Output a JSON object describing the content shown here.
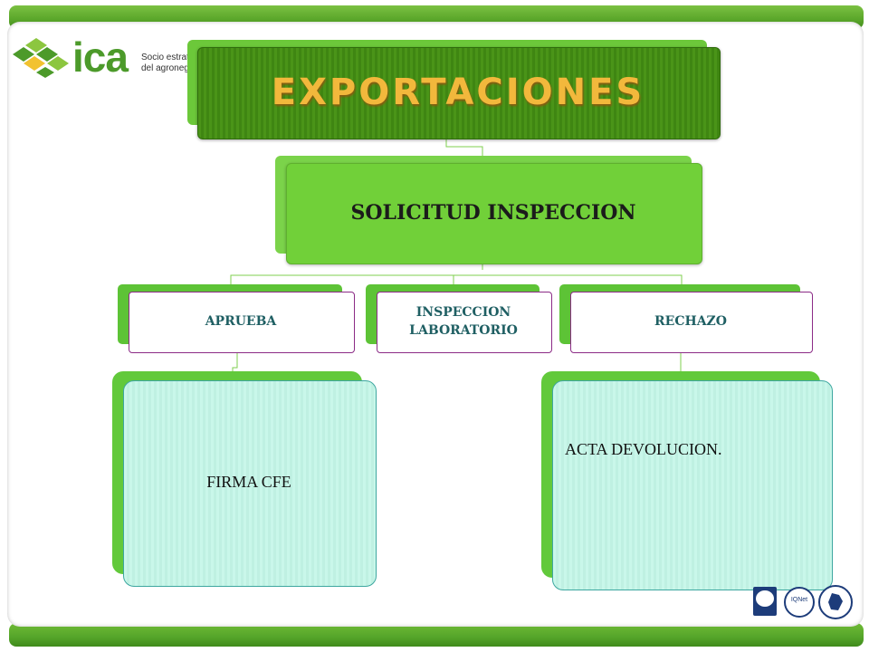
{
  "logo": {
    "name": "ica",
    "tagline_line1": "Socio estrat",
    "tagline_line2": "del agroneg"
  },
  "diagram": {
    "title": "EXPORTACIONES",
    "root": "SOLICITUD INSPECCION",
    "branches": [
      {
        "label": "APRUEBA",
        "result": "FIRMA  CFE"
      },
      {
        "label_line1": "INSPECCION",
        "label_line2": "LABORATORIO"
      },
      {
        "label": "RECHAZO",
        "result": "ACTA  DEVOLUCION."
      }
    ]
  },
  "colors": {
    "frame_green": "#5aa62a",
    "title_green": "#4a9418",
    "title_text": "#f2b83c",
    "node_green": "#71d039",
    "branch_border": "#8b2b86",
    "branch_text": "#1f5f63",
    "result_fill": "#c9f7ea"
  },
  "footer": {
    "badge2_text": "IQNet"
  }
}
